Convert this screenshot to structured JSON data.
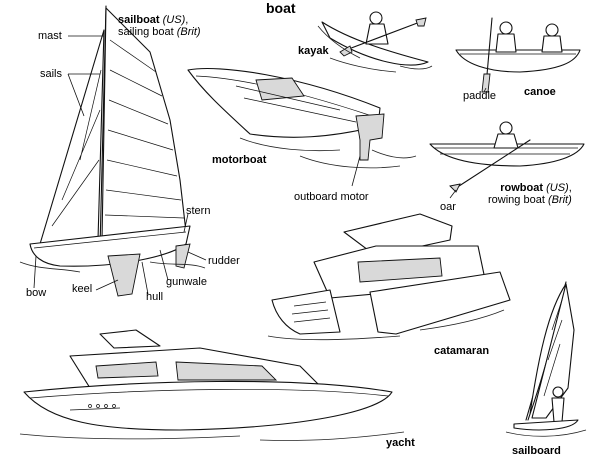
{
  "title": "boat",
  "labels": {
    "sailboat_us": "sailboat",
    "sailboat_us_tag": "(US)",
    "sailboat_brit": "sailing boat",
    "sailboat_brit_tag": "(Brit)",
    "mast": "mast",
    "sails": "sails",
    "stern": "stern",
    "rudder": "rudder",
    "gunwale": "gunwale",
    "hull": "hull",
    "keel": "keel",
    "bow": "bow",
    "kayak": "kayak",
    "motorboat": "motorboat",
    "outboard_motor": "outboard motor",
    "paddle": "paddle",
    "canoe": "canoe",
    "rowboat_us": "rowboat",
    "rowboat_us_tag": "(US)",
    "rowboat_brit": "rowing boat",
    "rowboat_brit_tag": "(Brit)",
    "oar": "oar",
    "catamaran": "catamaran",
    "yacht": "yacht",
    "sailboard": "sailboard"
  },
  "icons": [
    "sailboat-drawing",
    "kayak-drawing",
    "canoe-drawing",
    "motorboat-drawing",
    "rowboat-drawing",
    "catamaran-drawing",
    "yacht-drawing",
    "sailboard-drawing"
  ]
}
